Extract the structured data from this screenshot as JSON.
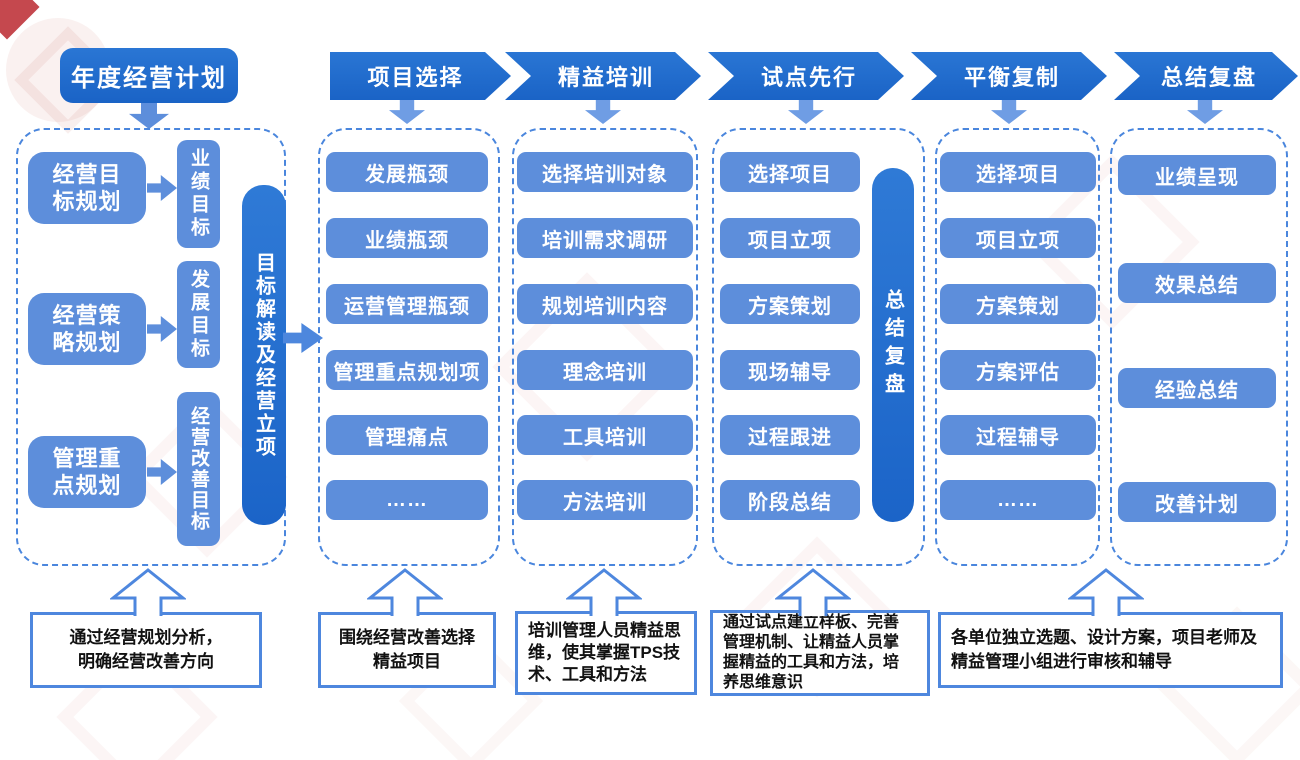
{
  "palette": {
    "primary_dark": "#1e68c8",
    "primary_light": "#5d8edb",
    "outline_blue": "#4a86dd",
    "note_border": "#4e87de",
    "text_dark": "#111111"
  },
  "title": {
    "label": "年度经营计划"
  },
  "overview": {
    "rows": [
      {
        "source": "经营目\n标规划",
        "target": "业绩目标"
      },
      {
        "source": "经营策\n略规划",
        "target": "发展目标"
      },
      {
        "source": "管理重\n点规划",
        "target": "经营改善目标"
      }
    ],
    "side_bar": "目标解读及经营立项",
    "note": "通过经营规划分析，\n明确经营改善方向"
  },
  "stages": [
    {
      "label": "项目选择",
      "items": [
        "发展瓶颈",
        "业绩瓶颈",
        "运营管理瓶颈",
        "管理重点规划项",
        "管理痛点",
        "……"
      ],
      "note": "围绕经营改善选择\n精益项目"
    },
    {
      "label": "精益培训",
      "items": [
        "选择培训对象",
        "培训需求调研",
        "规划培训内容",
        "理念培训",
        "工具培训",
        "方法培训"
      ],
      "note": "培训管理人员精益思\n维，使其掌握TPS技\n术、工具和方法"
    },
    {
      "label": "试点先行",
      "items": [
        "选择项目",
        "项目立项",
        "方案策划",
        "现场辅导",
        "过程跟进",
        "阶段总结"
      ],
      "side_bar": "总结复盘",
      "note": "通过试点建立样板、完善\n管理机制、让精益人员掌\n握精益的工具和方法，培\n养思维意识"
    },
    {
      "label": "平衡复制",
      "items": [
        "选择项目",
        "项目立项",
        "方案策划",
        "方案评估",
        "过程辅导",
        "……"
      ],
      "note": "各单位独立选题、设计方案，项目老师及\n精益管理小组进行审核和辅导"
    },
    {
      "label": "总结复盘",
      "items": [
        "业绩呈现",
        "效果总结",
        "经验总结",
        "改善计划"
      ]
    }
  ]
}
